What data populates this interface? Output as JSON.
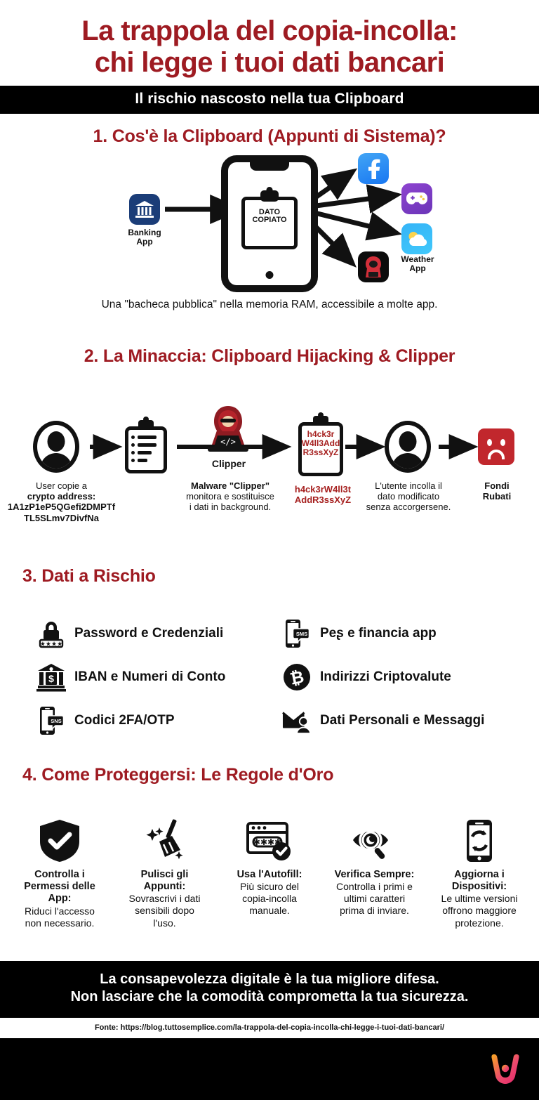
{
  "header": {
    "title_line1": "La trappola del copia-incolla:",
    "title_line2": "chi legge i tuoi dati bancari",
    "subtitle": "Il rischio nascosto nella tua Clipboard",
    "title_color": "#9e1b22"
  },
  "section1": {
    "title": "1. Cos'è la Clipboard (Appunti di Sistema)?",
    "clipboard_text_line1": "DATO",
    "clipboard_text_line2": "COPIATO",
    "banking_label_line1": "Banking",
    "banking_label_line2": "App",
    "weather_label_line1": "Weather",
    "weather_label_line2": "App",
    "caption": "Una \"bacheca pubblica\" nella memoria RAM, accessibile a molte app.",
    "app_icons": [
      {
        "name": "banking-app-icon",
        "glyph": "bank",
        "color": "#1b3d78"
      },
      {
        "name": "facebook-app-icon",
        "glyph": "facebook",
        "color": "#1877f2"
      },
      {
        "name": "game-app-icon",
        "glyph": "gamepad",
        "color": "#7b3fc4"
      },
      {
        "name": "weather-app-icon",
        "glyph": "cloud-sun",
        "color": "#3bbdf9"
      },
      {
        "name": "hacker-app-icon",
        "glyph": "hacker",
        "color": "#0c0c0c"
      }
    ]
  },
  "section2": {
    "title": "2. La Minaccia: Clipboard Hijacking & Clipper",
    "clipper_label": "Clipper",
    "hacked_clip_line1": "h4ck3r",
    "hacked_clip_line2": "W4ll3Add",
    "hacked_clip_line3": "R3ssXyZ",
    "steps": [
      {
        "name": "user-copies",
        "cap_line1": "User copie a",
        "cap_line2": "crypto address:",
        "cap_line3": "1A1zP1eP5QGefi2DMPTf",
        "cap_line4": "TL5SLmv7DivfNa"
      },
      {
        "name": "malware-clipper",
        "cap_line1": "Malware \"Clipper\"",
        "cap_line2": "monitora e sostituisce",
        "cap_line3": "i dati in background."
      },
      {
        "name": "modified-address",
        "cap_line1": "h4ck3rW4ll3t",
        "cap_line2": "AddR3ssXyZ"
      },
      {
        "name": "user-pastes",
        "cap_line1": "L'utente incolla il",
        "cap_line2": "dato modificato",
        "cap_line3": "senza accorgersene."
      },
      {
        "name": "stolen-funds",
        "cap_line1": "Fondi",
        "cap_line2": "Rubati"
      }
    ]
  },
  "section3": {
    "title": "3. Dati a Rischio",
    "items": [
      {
        "icon": "padlock-icon",
        "label": "Password e Credenziali"
      },
      {
        "icon": "phone-sms-icon",
        "label": "Peʂ e financia app"
      },
      {
        "icon": "bank-icon",
        "label": "IBAN e Numeri di Conto"
      },
      {
        "icon": "bitcoin-icon",
        "label": "Indirizzi Criptovalute"
      },
      {
        "icon": "phone-sms-icon",
        "label": "Codici 2FA/OTP"
      },
      {
        "icon": "mail-person-icon",
        "label": "Dati Personali e Messaggi"
      }
    ]
  },
  "section4": {
    "title": "4. Come Proteggersi: Le Regole d'Oro",
    "tips": [
      {
        "icon": "shield-check-icon",
        "heading_line1": "Controlla i",
        "heading_line2": "Permessi delle",
        "heading_line3": "App:",
        "body_line1": "Riduci l'accesso",
        "body_line2": "non necessario."
      },
      {
        "icon": "broom-sparkle-icon",
        "heading_line1": "Pulisci gli",
        "heading_line2": "Appunti:",
        "heading_line3": "",
        "body_line1": "Sovrascrivi i dati",
        "body_line2": "sensibili dopo",
        "body_line3": "l'uso."
      },
      {
        "icon": "autofill-browser-icon",
        "heading_line1": "Usa l'Autofill:",
        "heading_line2": "",
        "heading_line3": "",
        "body_line1": "Più sicuro del",
        "body_line2": "copia-incolla",
        "body_line3": "manuale."
      },
      {
        "icon": "eye-magnifier-icon",
        "heading_line1": "Verifica Sempre:",
        "heading_line2": "",
        "heading_line3": "",
        "body_line1": "Controlla i primi e",
        "body_line2": "ultimi caratteri",
        "body_line3": "prima di inviare."
      },
      {
        "icon": "phone-sync-icon",
        "heading_line1": "Aggiorna i",
        "heading_line2": "Dispositivi:",
        "heading_line3": "",
        "body_line1": "Le ultime versioni",
        "body_line2": "offrono maggiore",
        "body_line3": "protezione."
      }
    ]
  },
  "footer": {
    "cta_line1": "La consapevolezza digitale è la tua migliore difesa.",
    "cta_line2": "Non lasciare che la comodità comprometta la tua sicurezza.",
    "source": "Fonte: https://blog.tuttosemplice.com/la-trappola-del-copia-incolla-chi-legge-i-tuoi-dati-bancari/",
    "logo": "u-gradient-logo"
  }
}
